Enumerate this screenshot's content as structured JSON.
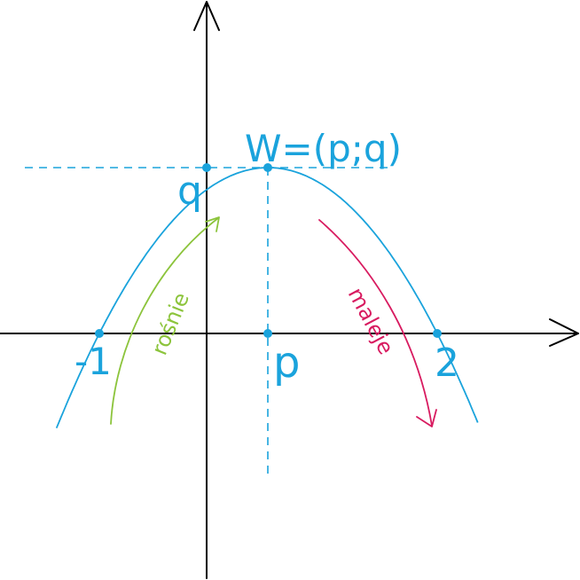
{
  "colors": {
    "axis": "#000000",
    "parabola": "#1aa3dc",
    "increasing": "#8cc43c",
    "decreasing": "#d81b60"
  },
  "labels": {
    "vertex": "W=(p;q)",
    "q": "q",
    "p": "p",
    "root_left": "-1",
    "root_right": "2",
    "increasing": "rośnie",
    "decreasing": "maleje"
  },
  "function": {
    "roots": [
      -1,
      2
    ],
    "vertex_x": 0.5
  }
}
